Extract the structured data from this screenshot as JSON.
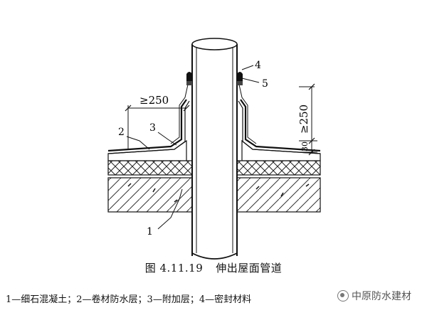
{
  "figure": {
    "number": "图 4.11.19",
    "title": "伸出屋面管道"
  },
  "callouts": {
    "c1": "1",
    "c2": "2",
    "c3": "3",
    "c4": "4",
    "c5": "5"
  },
  "dimensions": {
    "horizontal": "≥250",
    "vertical": "≥250",
    "small": "30"
  },
  "legend_text": "1—细石混凝土；2—卷材防水层；3—附加层；4—密封材料",
  "watermark": "中原防水建材"
}
